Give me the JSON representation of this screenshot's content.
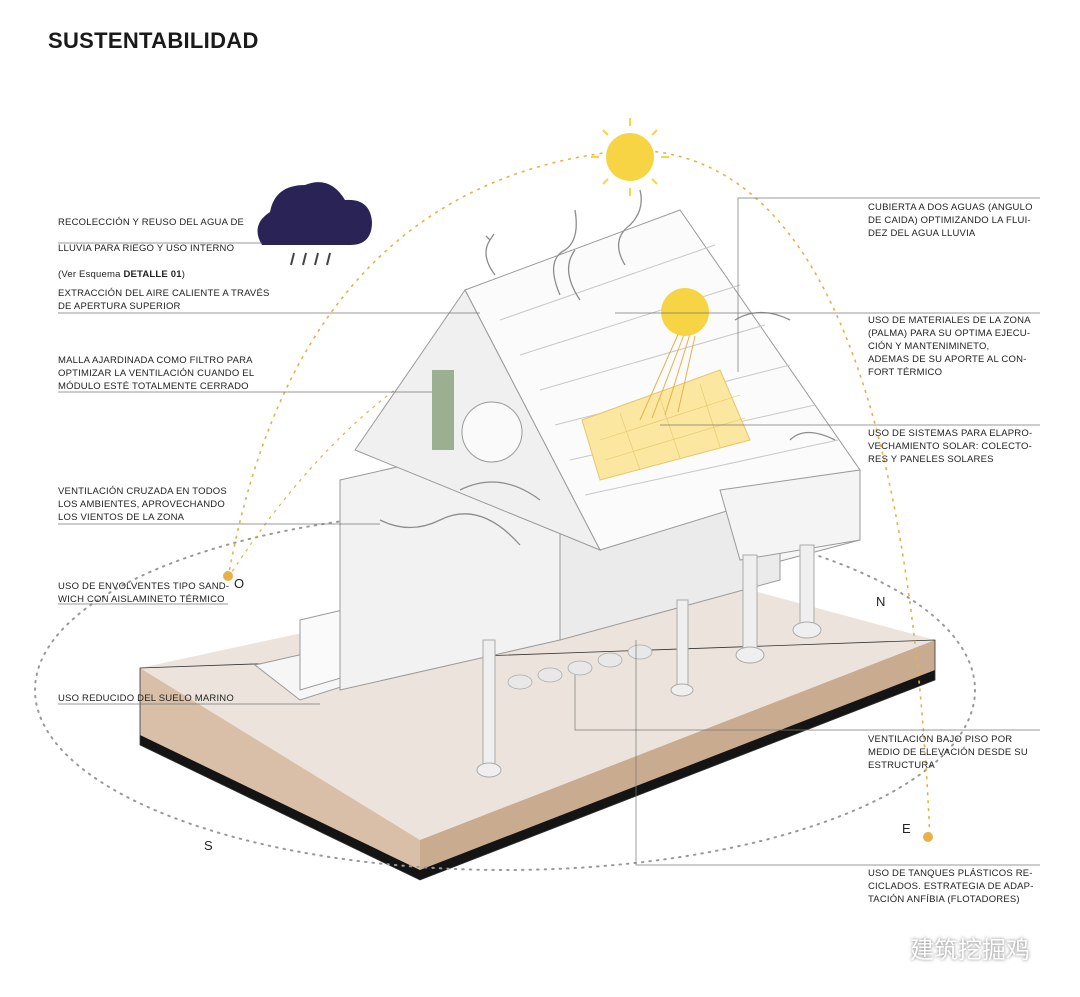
{
  "title": "SUSTENTABILIDAD",
  "labels": {
    "rain": {
      "line1": "RECOLECCIÓN Y REUSO DEL AGUA DE",
      "line2": "LLUVIA PARA RIEGO Y USO INTERNO",
      "line3a": "(Ver Esquema ",
      "line3b": "DETALLE 01",
      "line3c": ")"
    },
    "hot_air": "EXTRACCIÓN DEL AIRE CALIENTE A TRAVÉS\nDE APERTURA SUPERIOR",
    "garden_mesh": "MALLA AJARDINADA COMO FILTRO PARA\nOPTIMIZAR LA VENTILACIÓN CUANDO EL\nMÓDULO ESTÉ TOTALMENTE CERRADO",
    "cross_vent": "VENTILACIÓN CRUZADA EN TODOS\nLOS AMBIENTES, APROVECHANDO\nLOS VIENTOS DE LA ZONA",
    "sandwich": "USO DE ENVOLVENTES TIPO SAND-\nWICH CON AISLAMINETO TÉRMICO",
    "seabed": "USO REDUCIDO DEL SUELO MARINO",
    "roof": "CUBIERTA A DOS AGUAS (ANGULO\nDE CAIDA) OPTIMIZANDO LA FLUI-\nDEZ DEL AGUA LLUVIA",
    "materials": "USO DE MATERIALES DE LA ZONA\n(PALMA) PARA SU OPTIMA EJECU-\nCIÓN Y MANTENIMINETO,\nADEMAS DE SU APORTE AL CON-\nFORT TÉRMICO",
    "solar": "USO DE SISTEMAS PARA ELAPRO-\nVECHAMIENTO SOLAR: COLECTO-\nRES Y PANELES SOLARES",
    "under_floor": "VENTILACIÓN BAJO PISO POR\nMEDIO DE ELEVACIÓN DESDE SU\nESTRUCTURA",
    "tanks": "USO DE TANQUES PLÁSTICOS RE-\nCICLADOS. ESTRATEGIA DE ADAP-\nTACIÓN ANFÍBIA (FLOTADORES)"
  },
  "compass": {
    "west": "O",
    "north": "N",
    "south": "S",
    "east": "E"
  },
  "watermark": "建筑挖掘鸡",
  "icons": [
    "cloud-rain-icon",
    "sun-icon",
    "wechat-icon"
  ],
  "colors": {
    "sun": "#f7d444",
    "sun_path": "#e8b04a",
    "cloud": "#2a2356",
    "ground": "#d9bfa8",
    "ground_dark": "#141414",
    "panel": "#fbe7a0",
    "leader": "#555555"
  }
}
